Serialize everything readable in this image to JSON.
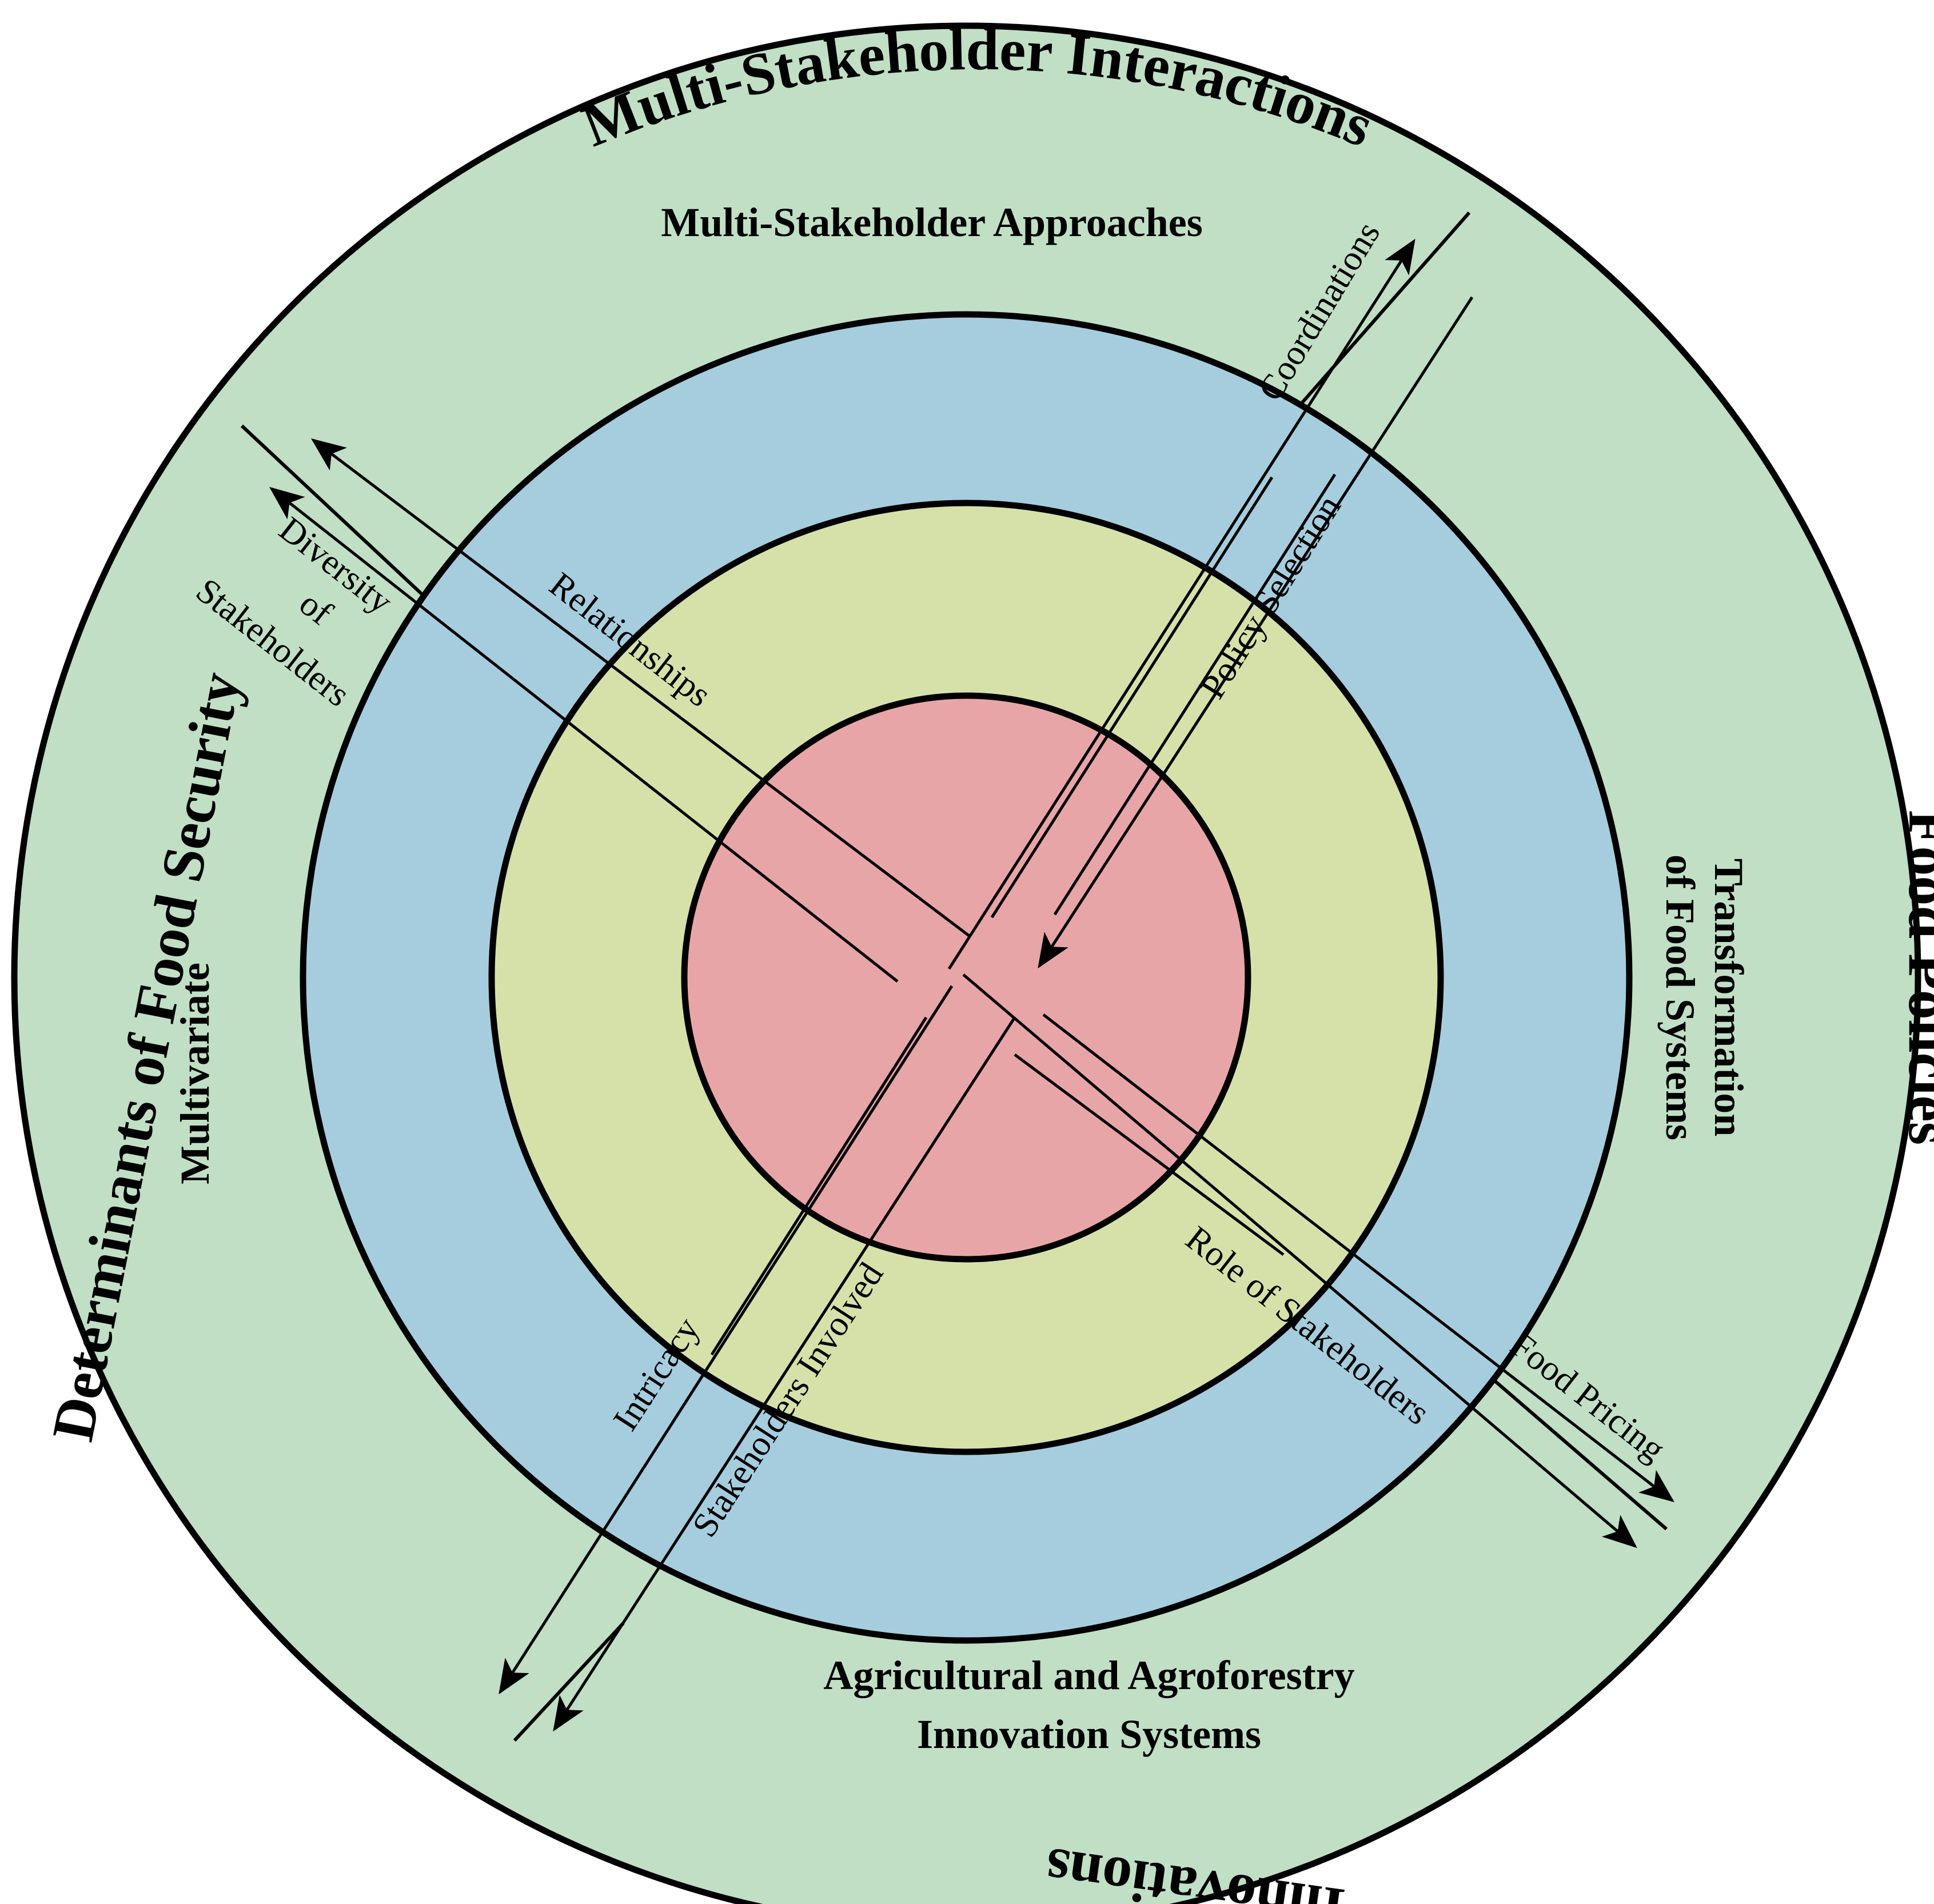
{
  "rings": {
    "outer_fill": "#c0dfc5",
    "second_fill": "#a5cddd",
    "third_fill": "#d6e1a9",
    "core_fill": "#e8a5a7",
    "stroke": "#000000"
  },
  "outer_titles": {
    "top": "Multi-Stakeholder Interactions",
    "right": "Food Policies",
    "bottom": "Innovations",
    "left": "Determinants of Food Security"
  },
  "sectors": {
    "top": "Multi-Stakeholder Approaches",
    "right_line1": "Transformation",
    "right_line2": "of Food Systems",
    "bottom_line1": "Agricultural and Agroforestry",
    "bottom_line2": "Innovation Systems",
    "left": "Multivariate"
  },
  "axis_labels": {
    "coordinations": "Coordinations",
    "policy_selection": "Policy Selection",
    "diversity_line1": "Diversity",
    "diversity_line2": "of",
    "diversity_line3": "Stakeholders",
    "relationships": "Relationships",
    "role_of_stakeholders": "Role of Stakeholders",
    "food_pricing": "Food Pricing",
    "intricacy": "Intricacy",
    "stakeholders_involved": "Stakeholders Involved"
  }
}
